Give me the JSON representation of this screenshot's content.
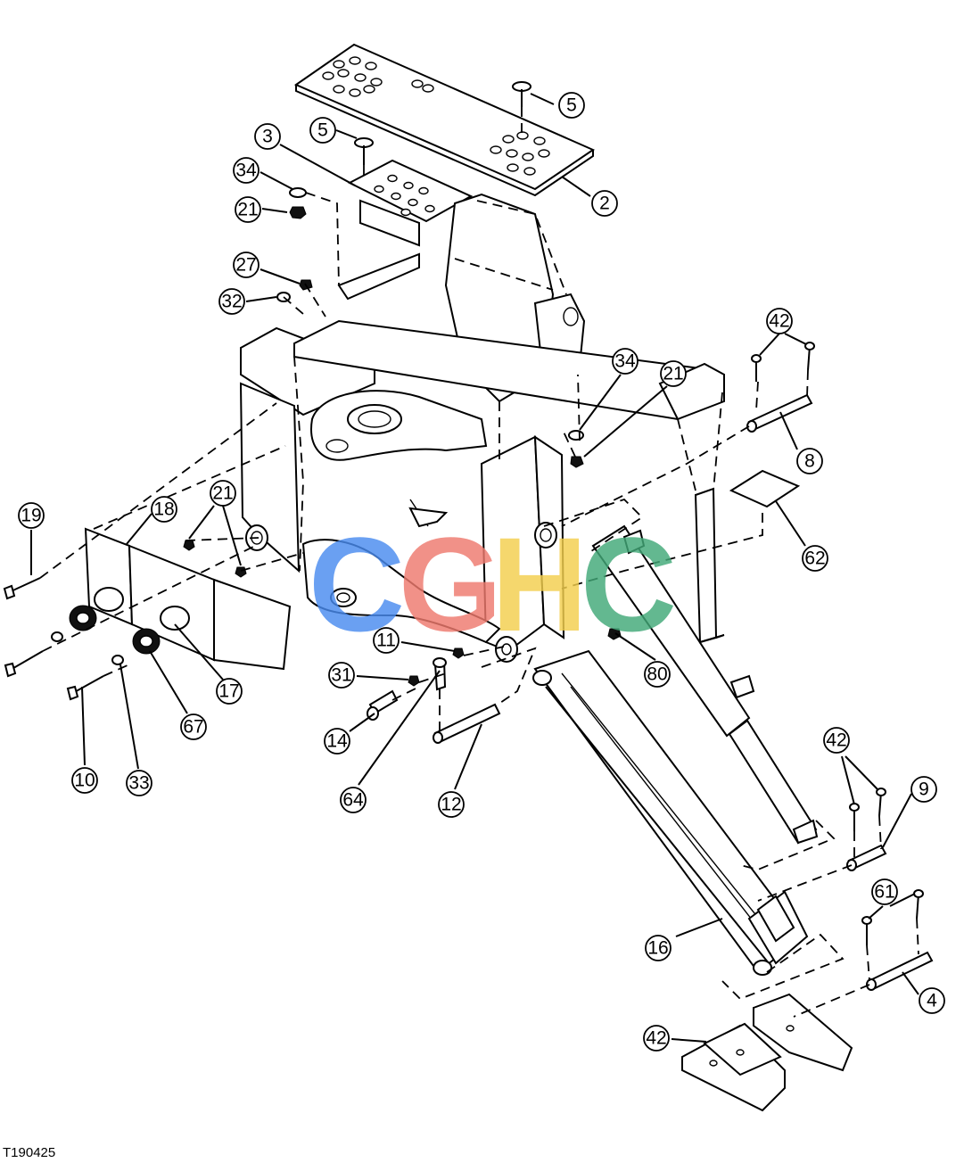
{
  "figure_id": "T190425",
  "watermark": {
    "letters": [
      "C",
      "G",
      "H",
      "C"
    ],
    "colors": [
      "#4a8cf0",
      "#ef7a6e",
      "#f3cf4e",
      "#42a978"
    ]
  },
  "callouts": [
    {
      "id": "c-2",
      "label": "2"
    },
    {
      "id": "c-3",
      "label": "3"
    },
    {
      "id": "c-4",
      "label": "4"
    },
    {
      "id": "c-5-top",
      "label": "5"
    },
    {
      "id": "c-5-left",
      "label": "5"
    },
    {
      "id": "c-8",
      "label": "8"
    },
    {
      "id": "c-9",
      "label": "9"
    },
    {
      "id": "c-10",
      "label": "10"
    },
    {
      "id": "c-11",
      "label": "11"
    },
    {
      "id": "c-12",
      "label": "12"
    },
    {
      "id": "c-14",
      "label": "14"
    },
    {
      "id": "c-16",
      "label": "16"
    },
    {
      "id": "c-17",
      "label": "17"
    },
    {
      "id": "c-18",
      "label": "18"
    },
    {
      "id": "c-19",
      "label": "19"
    },
    {
      "id": "c-21-top",
      "label": "21"
    },
    {
      "id": "c-21-right",
      "label": "21"
    },
    {
      "id": "c-21-left",
      "label": "21"
    },
    {
      "id": "c-27",
      "label": "27"
    },
    {
      "id": "c-31",
      "label": "31"
    },
    {
      "id": "c-32",
      "label": "32"
    },
    {
      "id": "c-33",
      "label": "33"
    },
    {
      "id": "c-34-top",
      "label": "34"
    },
    {
      "id": "c-34-right",
      "label": "34"
    },
    {
      "id": "c-42-top",
      "label": "42"
    },
    {
      "id": "c-42-mid",
      "label": "42"
    },
    {
      "id": "c-42-bottom",
      "label": "42"
    },
    {
      "id": "c-61",
      "label": "61"
    },
    {
      "id": "c-62",
      "label": "62"
    },
    {
      "id": "c-64",
      "label": "64"
    },
    {
      "id": "c-67",
      "label": "67"
    },
    {
      "id": "c-80",
      "label": "80"
    }
  ]
}
